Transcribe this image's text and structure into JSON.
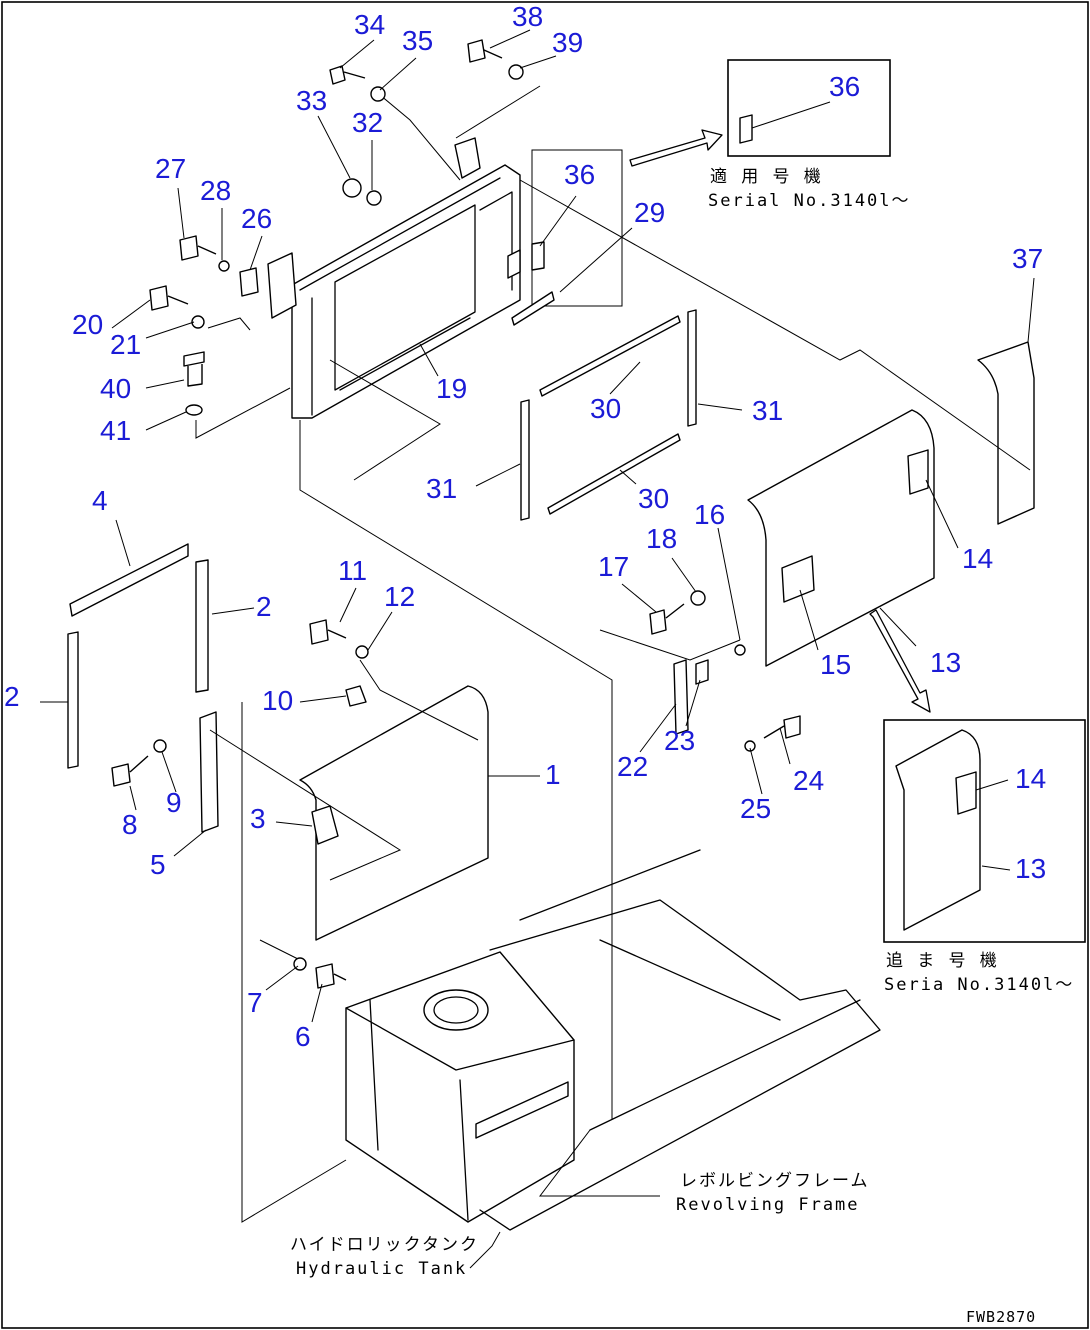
{
  "drawing_code": "FWB2870",
  "part_numbers": [
    "1",
    "2",
    "2",
    "3",
    "4",
    "5",
    "6",
    "7",
    "8",
    "9",
    "10",
    "11",
    "12",
    "13",
    "13",
    "14",
    "14",
    "15",
    "16",
    "17",
    "18",
    "19",
    "20",
    "21",
    "22",
    "23",
    "24",
    "25",
    "26",
    "27",
    "28",
    "29",
    "30",
    "30",
    "31",
    "31",
    "32",
    "33",
    "34",
    "35",
    "36",
    "36",
    "37",
    "38",
    "39",
    "40",
    "41"
  ],
  "callouts": {
    "applicable_top_jp": "適 用 号 機",
    "applicable_top_en": "Serial No.3140l〜",
    "applicable_bottom_jp": "追 ま 号 機",
    "applicable_bottom_en": "Seria  No.3140l〜"
  },
  "labels": {
    "revolving_jp": "レボルビングフレーム",
    "revolving_en": "Revolving Frame",
    "tank_jp": "ハイドロリックタンク",
    "tank_en": "Hydraulic Tank"
  }
}
